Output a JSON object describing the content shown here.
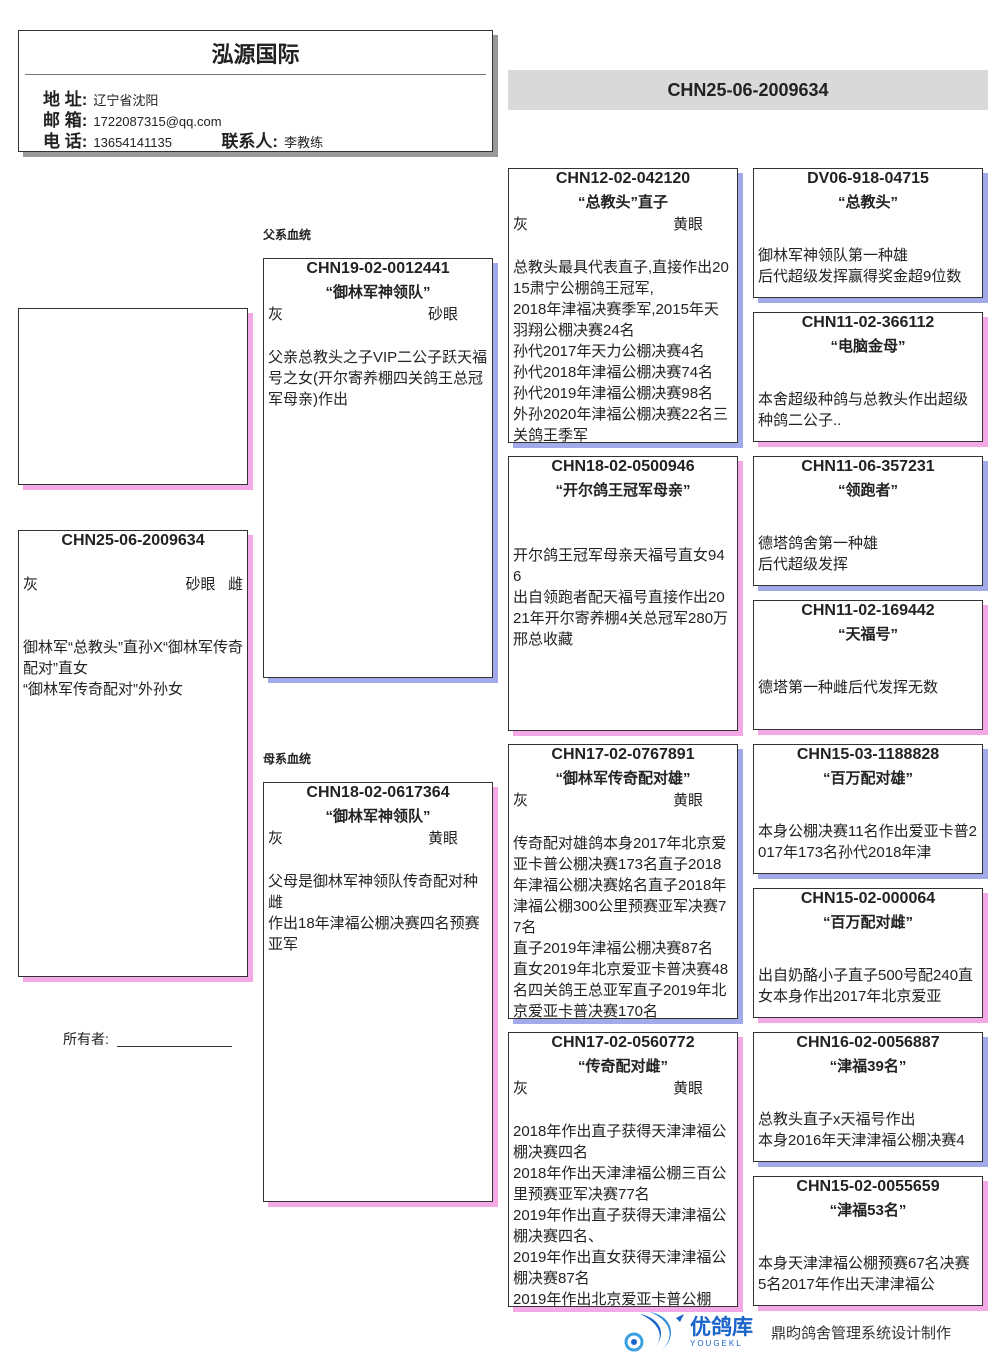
{
  "header": {
    "title": "泓源国际",
    "address_label": "地 址:",
    "address": "辽宁省沈阳",
    "email_label": "邮 箱:",
    "email": "1722087315@qq.com",
    "phone_label": "电 话:",
    "phone": "13654141135",
    "contact_label": "联系人:",
    "contact": "李教练"
  },
  "title_bar": "CHN25-06-2009634",
  "sections": {
    "sire": "父系血统",
    "dam": "母系血统"
  },
  "owner": {
    "label": "所有者:"
  },
  "colors": {
    "male_shadow": "#a3aaea",
    "female_shadow": "#f2a9e6"
  },
  "subject": {
    "ring": "CHN25-06-2009634",
    "color": "灰",
    "eye": "砂眼",
    "sex": "雌",
    "notes": "御林军“总教头”直孙X“御林军传奇配对”直女\n“御林军传奇配对”外孙女"
  },
  "sire": {
    "ring": "CHN19-02-0012441",
    "name": "“御林军神领队”",
    "color": "灰",
    "eye": "砂眼",
    "notes": "父亲总教头之子VIP二公子跃天福号之女(开尔寄养棚四关鸽王总冠军母亲)作出"
  },
  "dam": {
    "ring": "CHN18-02-0617364",
    "name": "“御林军神领队”",
    "color": "灰",
    "eye": "黄眼",
    "notes": "父母是御林军神领队传奇配对种雌\n作出18年津福公棚决赛四名预赛亚军"
  },
  "grandparents": [
    {
      "ring": "CHN12-02-042120",
      "name": "“总教头”直子",
      "color": "灰",
      "eye": "黄眼",
      "notes": "总教头最具代表直子,直接作出2015肃宁公棚鸽王冠军,\n2018年津福决赛季军,2015年天羽翔公棚决赛24名\n孙代2017年天力公棚决赛4名\n孙代2018年津福公棚决赛74名\n孙代2019年津福公棚决赛98名\n外孙2020年津福公棚决赛22名三关鸽王季军"
    },
    {
      "ring": "CHN18-02-0500946",
      "name": "“开尔鸽王冠军母亲”",
      "color": "",
      "eye": "",
      "notes": "开尔鸽王冠军母亲天福号直女946\n出自领跑者配天福号直接作出2021年开尔寄养棚4关总冠军280万邢总收藏"
    },
    {
      "ring": "CHN17-02-0767891",
      "name": "“御林军传奇配对雄”",
      "color": "灰",
      "eye": "黄眼",
      "notes": "传奇配对雄鸽本身2017年北京爱亚卡普公棚决赛173名直子2018年津福公棚决赛姳名直子2018年津福公棚300公里预赛亚军决赛77名\n直子2019年津福公棚决赛87名\n直女2019年北京爱亚卡普决赛48名四关鸽王总亚军直子2019年北京爱亚卡普决赛170名"
    },
    {
      "ring": "CHN17-02-0560772",
      "name": "“传奇配对雌”",
      "color": "灰",
      "eye": "黄眼",
      "notes": "2018年作出直子获得天津津福公棚决赛四名\n2018年作出天津津福公棚三百公里预赛亚军决赛77名\n2019年作出直子获得天津津福公棚决赛四名、\n2019年作出直女获得天津津福公棚决赛87名\n2019年作出北京爱亚卡普公棚"
    }
  ],
  "great_grandparents": [
    {
      "ring": "DV06-918-04715",
      "name": "“总教头”",
      "notes": "御林军神领队第一种雄\n后代超级发挥赢得奖金超9位数"
    },
    {
      "ring": "CHN11-02-366112",
      "name": "“电脑金母”",
      "notes": "本舍超级种鸽与总教头作出超级种鸽二公子.."
    },
    {
      "ring": "CHN11-06-357231",
      "name": "“领跑者”",
      "notes": "德塔鸽舍第一种雄\n后代超级发挥"
    },
    {
      "ring": "CHN11-02-169442",
      "name": "“天福号”",
      "notes": "德塔第一种雌后代发挥无数"
    },
    {
      "ring": "CHN15-03-1188828",
      "name": "“百万配对雄”",
      "notes": "本身公棚决赛11名作出爱亚卡普2017年173名孙代2018年津"
    },
    {
      "ring": "CHN15-02-000064",
      "name": "“百万配对雌”",
      "notes": "出自奶酪小子直子500号配240直女本身作出2017年北京爱亚"
    },
    {
      "ring": "CHN16-02-0056887",
      "name": "“津福39名”",
      "notes": "总教头直子x天福号作出\n本身2016年天津津福公棚决赛4"
    },
    {
      "ring": "CHN15-02-0055659",
      "name": "“津福53名”",
      "notes": "本身天津津福公棚预赛67名决赛5名2017年作出天津津福公"
    }
  ],
  "footer": {
    "brand": "优鸽库",
    "brand_en": "YOUGEKL",
    "credit": "鼎昀鸽舍管理系统设计制作"
  }
}
